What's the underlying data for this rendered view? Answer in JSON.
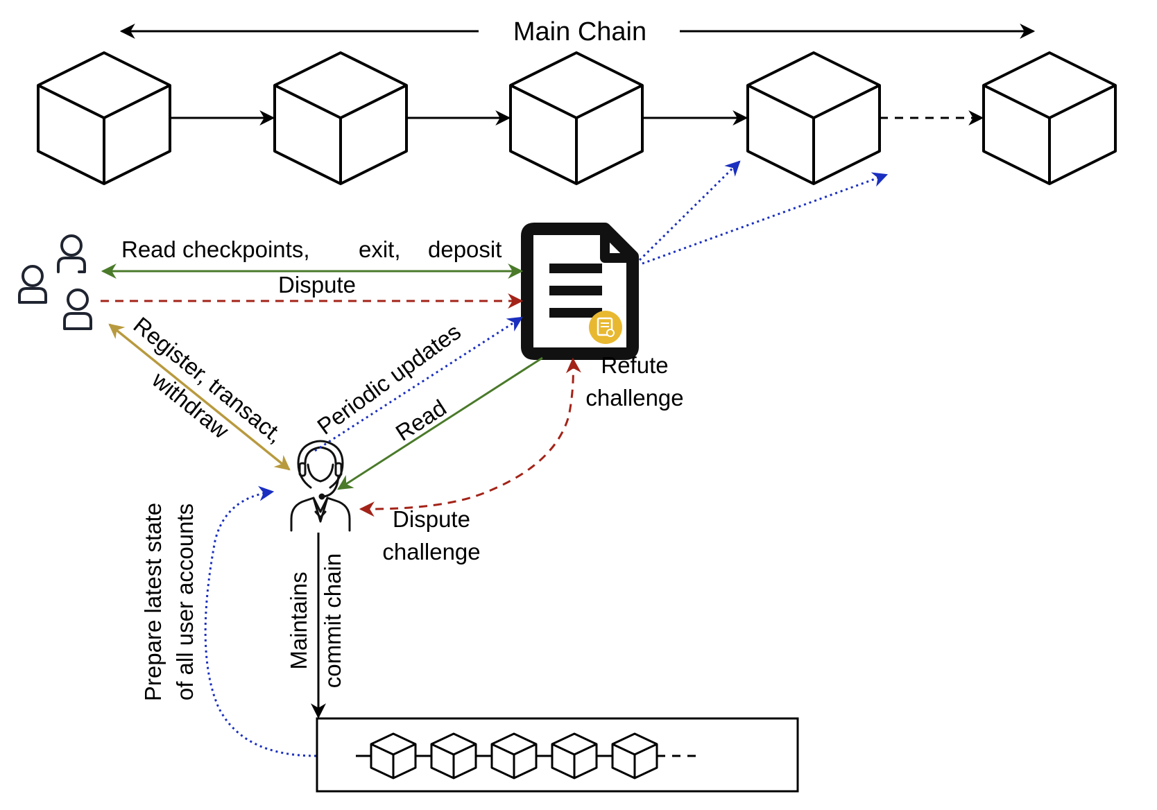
{
  "main_chain": {
    "title": "Main Chain",
    "block_count": 5
  },
  "edges": {
    "read_checkpoints": "Read checkpoints,",
    "exit": "exit,",
    "deposit": "deposit",
    "dispute": "Dispute",
    "register_line1": "Register, transact,",
    "register_line2": "withdraw",
    "periodic_updates": "Periodic updates",
    "read": "Read",
    "refute_line1": "Refute",
    "refute_line2": "challenge",
    "dispute_ch_line1": "Dispute",
    "dispute_ch_line2": "challenge",
    "maintains_line1": "Maintains",
    "maintains_line2": "commit chain",
    "prepare_line1": "Prepare  latest  state",
    "prepare_line2": "of all user accounts"
  },
  "nodes": {
    "users": "users-group-icon",
    "contract": "smart-contract-document-icon",
    "operator": "operator-headset-icon",
    "commit_chain": "commit-chain-box"
  },
  "commit_chain": {
    "block_count": 5
  },
  "colors": {
    "green": "#4a7a2a",
    "red": "#a32318",
    "blue": "#1a2fbf",
    "gold": "#b89a3e",
    "black": "#000000",
    "badge": "#e8b830"
  }
}
